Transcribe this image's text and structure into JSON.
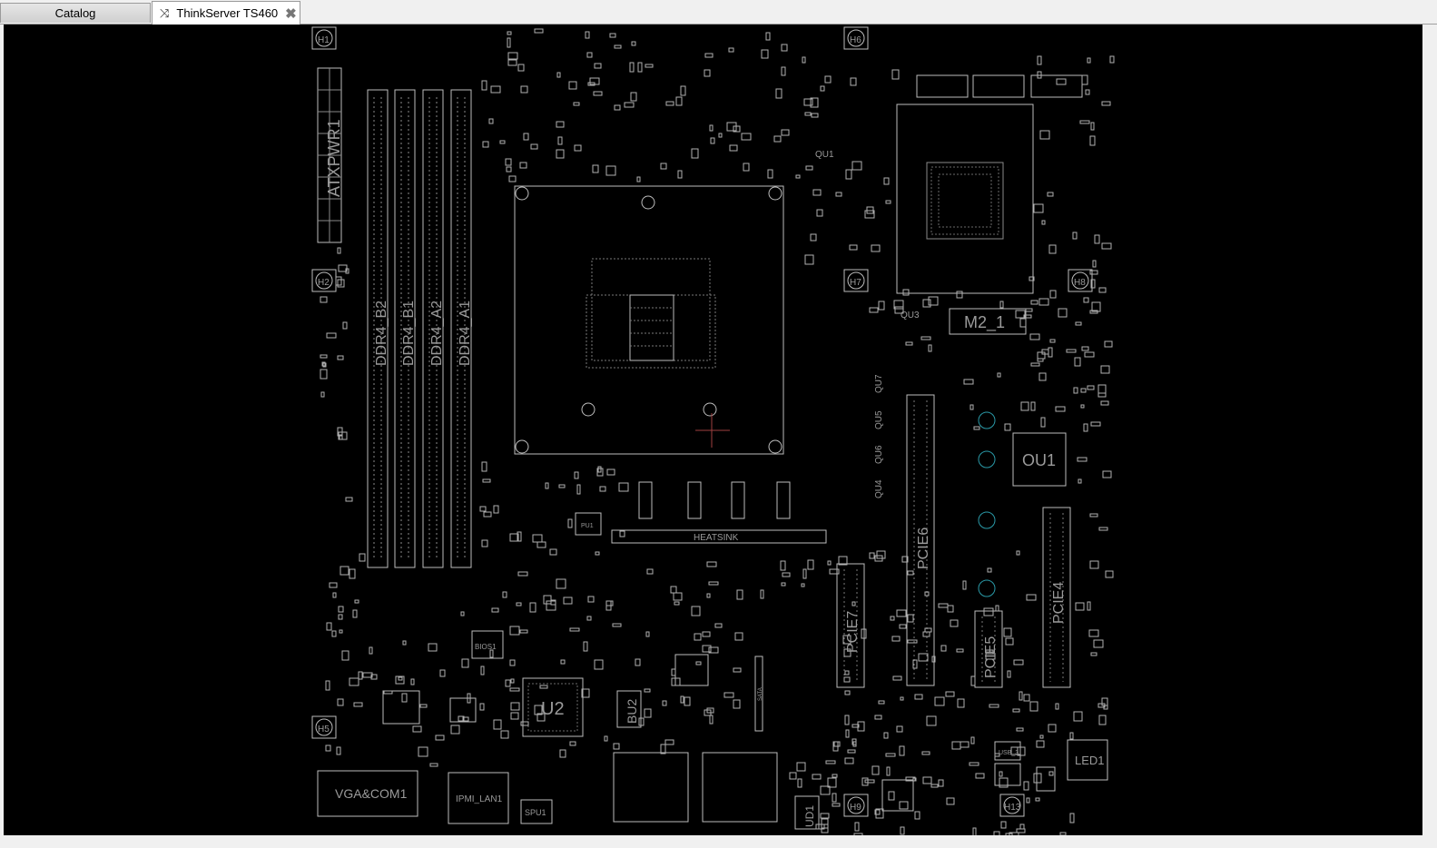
{
  "tabs": [
    {
      "label": "Catalog",
      "active": false
    },
    {
      "label": "ThinkServer TS460",
      "active": true,
      "icon": "shuffle-icon",
      "close_icon": "close-icon"
    }
  ],
  "board": {
    "labels": {
      "dimm_b2": "DDR4_B2",
      "dimm_b1": "DDR4_B1",
      "dimm_a2": "DDR4_A2",
      "dimm_a1": "DDR4_A1",
      "atx": "ATXPWR1",
      "m2": "M2_1",
      "ou1": "OU1",
      "pcie6": "PCIE6",
      "pcie7": "PCIE7",
      "pcie5": "PCIE5",
      "pcie4": "PCIE4",
      "heatsink": "HEATSINK",
      "bios": "BIOS1",
      "u2": "U2",
      "bu2": "BU2",
      "vga": "VGA&COM1",
      "ipmi": "IPMI_LAN1",
      "spu1": "SPU1",
      "usb": "USB_3",
      "led1": "LED1",
      "ud1": "UD1",
      "qu1": "QU1",
      "qu3": "QU3",
      "qu7": "QU7",
      "qu5": "QU5",
      "qu6": "QU6",
      "qu4": "QU4",
      "h1": "H1",
      "h2": "H2",
      "h5": "H5",
      "h6": "H6",
      "h7": "H7",
      "h8": "H8",
      "h9": "H9",
      "h13": "H13",
      "pu1": "PU1",
      "sat": "SATA"
    }
  }
}
